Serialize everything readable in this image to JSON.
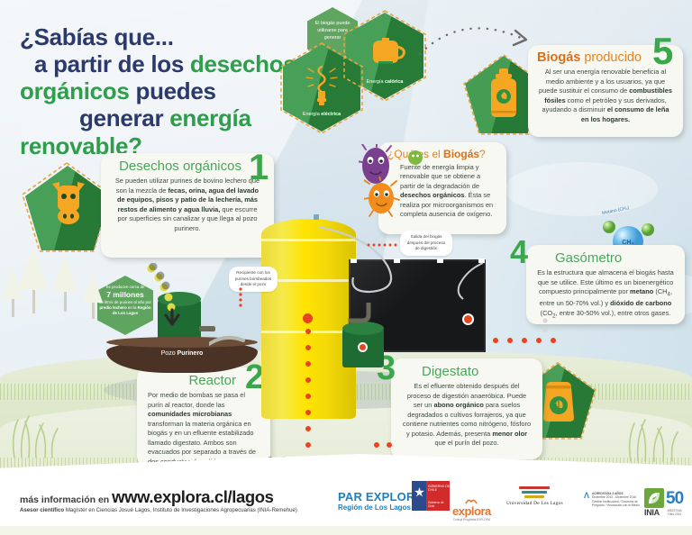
{
  "meta": {
    "domain": "infographic",
    "language": "es"
  },
  "headline": {
    "line1_a": "¿Sabías que...",
    "line2_a": "a partir de los ",
    "line2_g": "desechos",
    "line3_g": "orgánicos",
    "line3_a": " puedes",
    "line4_a": "generar ",
    "line4_g": "energía",
    "line5_g": "renovable?"
  },
  "hex_intro": {
    "label": "El biogás puede utilizarse para generar",
    "electric_caption_a": "Energía ",
    "electric_caption_b": "eléctrica",
    "thermal_caption_a": "Energía ",
    "thermal_caption_b": "calórica",
    "icon_electric": "lightbulb-icon",
    "icon_thermal": "kettle-icon"
  },
  "sections": [
    {
      "id": "desechos-organicos",
      "number": "1",
      "title": "Desechos orgánicos",
      "title_color": "#4aa55c",
      "icon": "cow-icon",
      "body_html": "Se pueden utilizar purines de bovino lechero que son la mezcla de <b>fecas, orina, agua del lavado de equipos, pisos y patio de la lechería, más restos de alimento y agua lluvia,</b> que escurre por superficies sin canalizar y que llega al pozo purinero."
    },
    {
      "id": "reactor",
      "number": "2",
      "title": "Reactor",
      "title_color": "#4aa55c",
      "body_html": "Por medio de bombas se pasa el purín al reactor, donde las <b>comunidades microbianas</b> transforman la materia orgánica en biogás y en un efluente estabilizado llamado digestato. Ambos son evacuados por separado a través de dos conductos de salida."
    },
    {
      "id": "digestato",
      "number": "3",
      "title": "Digestato",
      "title_color": "#4aa55c",
      "icon": "fertilizer-bag-icon",
      "body_html": "Es el efluente obtenido después del proceso de digestión anaeróbica. Puede ser un <b>abono orgánico</b> para suelos degradados o cultivos forrajeros, ya que contiene nutrientes como nitrógeno, fósforo y potasio. Además, presenta <b>menor olor</b> que el purín del pozo."
    },
    {
      "id": "gasometro",
      "number": "4",
      "title": "Gasómetro",
      "title_color": "#4aa55c",
      "body_html": "Es la estructura que almacena el biogás hasta que se utilice. Este último es un bioenergético compuesto principalmente por <b>metano</b> (CH<sub>4</sub>, entre un 50-70% vol.) y <b>dióxido de carbono</b> (CO<sub>2</sub>, entre 30-50% vol.), entre otros gases."
    },
    {
      "id": "biogas-producido",
      "number": "5",
      "title_a": "Biogás",
      "title_b": " producido",
      "icon": "gas-cylinder-icon",
      "body_html": "Al ser una energía renovable beneficia al medio ambiente y a los usuarios, ya que puede sustituir el consumo de <b>combustibles fósiles</b> como el petróleo y sus derivados, ayudando a disminuir <b>el consumo de leña en los hogares.</b>"
    }
  ],
  "biogas_def": {
    "title_a": "¿Qué es el ",
    "title_b": "Biogás",
    "title_c": "?",
    "body_html": "Fuente de energía limpia y renovable que se obtiene a partir de la degradación de <b>desechos orgánicos</b>. Ésta se realiza por microorganismos en completa ausencia de oxígeno."
  },
  "stat_hex": {
    "line1": "Se producen cerca de",
    "big": "7 millones",
    "line2_a": "de litros de purines al año por ",
    "line2_b": "predio lechero",
    "line3_a": " en la ",
    "line3_b": "Región de Los Lagos"
  },
  "diagram": {
    "pozo_label_a": "Pozo ",
    "pozo_label_b": "Purinero",
    "callout_left": "Recipiente con los purines bombeados desde el pozo",
    "callout_right": "Salida del biogás después del proceso de digestión",
    "molecule_label": "Metano (CH₄)",
    "molecule_center": "CH₄"
  },
  "footer": {
    "more_info": "más información en ",
    "url": "www.explora.cl/lagos",
    "advisor_a": "Asesor científico ",
    "advisor_b": "Magíster en Ciencias Josué Lagos, Instituto de Investigaciones Agropecuarias (INIA-Remehue)",
    "logos": {
      "par_line1": "PAR EXPLORA",
      "par_line2": "Región de Los Lagos",
      "gob_line1": "GOBIERNO DE CHILE",
      "gob_line2": "Gobierno de Chile",
      "explora": "explora",
      "explora_sub": "Conicyt Programa EXPLORA",
      "ulagos": "Universidad De Los Lagos",
      "conicyt_a": "CONICYT",
      "conicyt_b": "ACREDITADA 3 AÑOS",
      "conicyt_c": "Diciembre 2013 - Diciembre 2016",
      "conicyt_d": "Gestión Institucional / Docencia de Pregrado / Vinculación con el Medio",
      "inia": "INIA",
      "inia_50": "50",
      "inia_sub_a": "AÑOS INIA",
      "inia_sub_b": "1964-2014"
    }
  },
  "colors": {
    "green": "#3aa84a",
    "dark_blue": "#2b3a6b",
    "orange": "#e8821e",
    "yellow_tank": "#ffe400",
    "purple": "#7b3f8f",
    "bag_black": "#16181a"
  }
}
